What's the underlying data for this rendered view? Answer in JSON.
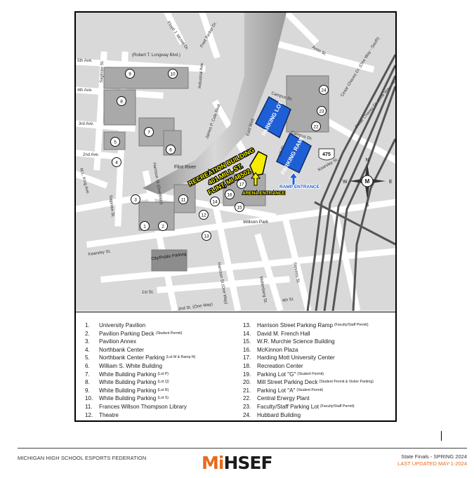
{
  "map": {
    "streets": {
      "floyd_j_mcree": "Floyd J. Mcree Dr.",
      "fred_tucker": "Fred Tucker Dr.",
      "robert_longway": "(Robert T. Longway Blvd.)",
      "fifth_ave": "5th Ave.",
      "fourth_ave": "4th Ave.",
      "third_ave": "3rd Ave.",
      "second_ave": "2nd Ave.",
      "saginaw_st_top": "Saginaw St.",
      "saginaw_st_bottom": "Saginaw St.",
      "industrial_ave": "Industrial Ave.",
      "james_cole": "James P. Cole Blvd.",
      "east_blvd": "East Blvd.",
      "mill_st": "Mill St.",
      "avon_st": "Avon St.",
      "one_way_south": "Cesar Chavez Dr. (One Way - South)",
      "one_way_north": "Cesar Chavez Dr. (One Way - North)",
      "campus_dr_1": "Campus Dr.",
      "campus_dr_2": "Campus Dr.",
      "kearsley_st_right": "Kearsley St.",
      "kearsley_st_left": "Kearsley St.",
      "mlk_ave": "M.L. King Ave.",
      "harrison_left": "Harrison St (One Way)",
      "harrison_bottom": "Harrison St (One Way)",
      "first_st": "1st St.",
      "second_st": "2nd St. (One Way)",
      "fourth_st": "4th St.",
      "stevens_st": "Stevens St.",
      "wallenberg_st": "Wallenberg St.",
      "flint_river": "Flint River",
      "willson_park": "Willson Park",
      "city_parking": "City/Public Parking",
      "interstate": "475"
    },
    "highlight": {
      "title": "RECREATION BUILDING",
      "address1": "401 MILL ST.",
      "address2": "FLINT, MI 48502"
    },
    "lots": {
      "parking_lot": "PARKING LOT",
      "parking_ramp": "PARKING RAMP"
    },
    "entrances": {
      "arena": "ARENA ENTRANCE",
      "ramp": "RAMP ENTRANCE"
    },
    "compass": {
      "n": "N",
      "s": "S",
      "e": "E",
      "w": "W",
      "m": "M"
    },
    "markers": [
      "1",
      "2",
      "3",
      "4",
      "5",
      "6",
      "7",
      "8",
      "9",
      "10",
      "11",
      "12",
      "13",
      "14",
      "15",
      "16",
      "17",
      "22",
      "23",
      "24"
    ]
  },
  "legend": [
    {
      "n": "1.",
      "text": "University Pavilion",
      "note": ""
    },
    {
      "n": "2.",
      "text": "Pavilion Parking Deck",
      "note": "(Student Permit)"
    },
    {
      "n": "3.",
      "text": "Pavilion Annex",
      "note": ""
    },
    {
      "n": "4.",
      "text": "Northbank Center",
      "note": ""
    },
    {
      "n": "5.",
      "text": "Northbank Center Parking",
      "note": "(Lot M & Ramp N)"
    },
    {
      "n": "6.",
      "text": "William S. White Building",
      "note": ""
    },
    {
      "n": "7.",
      "text": "White Building Parking",
      "note": "(Lot P)"
    },
    {
      "n": "8.",
      "text": "White Building Parking",
      "note": "(Lot Q)"
    },
    {
      "n": "9.",
      "text": "White Building Parking",
      "note": "(Lot R)"
    },
    {
      "n": "10.",
      "text": "White Building Parking",
      "note": "(Lot S)"
    },
    {
      "n": "11.",
      "text": "Frances Willson Thompson Library",
      "note": ""
    },
    {
      "n": "12.",
      "text": "Theatre",
      "note": ""
    },
    {
      "n": "13.",
      "text": "Harrison Street Parking Ramp",
      "note": "(Faculty/Staff Permit)"
    },
    {
      "n": "14.",
      "text": "David M. French Hall",
      "note": ""
    },
    {
      "n": "15.",
      "text": "W.R. Murchie Science Building",
      "note": ""
    },
    {
      "n": "16.",
      "text": "McKinnon Plaza",
      "note": ""
    },
    {
      "n": "17.",
      "text": "Harding Mott University Center",
      "note": ""
    },
    {
      "n": "18.",
      "text": "Recreation Center",
      "note": ""
    },
    {
      "n": "19.",
      "text": "Parking Lot \"G\"",
      "note": "(Student Permit)"
    },
    {
      "n": "20.",
      "text": "Mill Street Parking Deck",
      "note": "(Student Permit & Visitor Parking)"
    },
    {
      "n": "21.",
      "text": "Parking Lot \"A\"",
      "note": "(Student Permit)"
    },
    {
      "n": "22.",
      "text": "Central Energy Plant",
      "note": ""
    },
    {
      "n": "23.",
      "text": "Faculty/Staff Parking Lot",
      "note": "(Faculty/Staff Permit)"
    },
    {
      "n": "24.",
      "text": "Hubbard Building",
      "note": ""
    }
  ],
  "footer": {
    "org": "MICHIGAN HIGH SCHOOL ESPORTS FEDERATION",
    "logo_mi": "Mi",
    "logo_hsef": "HSEF",
    "event": "State Finals - SPRING 2024",
    "updated": "LAST UPDATED MAY-1-2024"
  },
  "colors": {
    "accent_orange": "#e8691d",
    "highlight_yellow": "#f5ec00",
    "lot_blue": "#1f5fd6"
  }
}
